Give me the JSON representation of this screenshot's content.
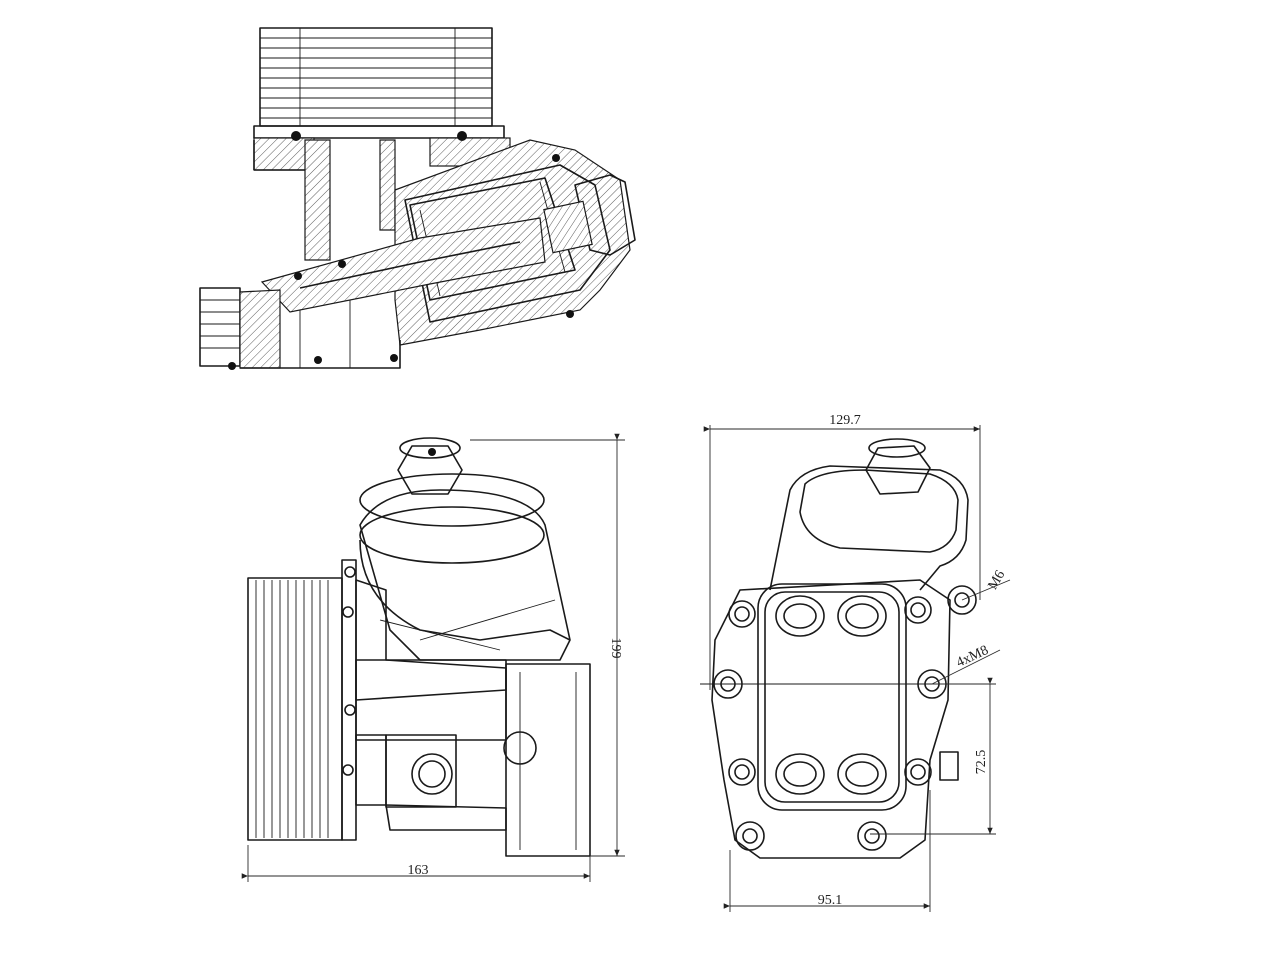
{
  "drawing": {
    "views": [
      "cross-section",
      "side-view",
      "front-view"
    ],
    "dimensions": {
      "side_width": "163",
      "side_height": "199",
      "front_width_top": "129.7",
      "front_width_bottom": "95.1",
      "front_height_right": "72.5",
      "thread_m6": "M6",
      "thread_m8": "4xM8"
    }
  }
}
